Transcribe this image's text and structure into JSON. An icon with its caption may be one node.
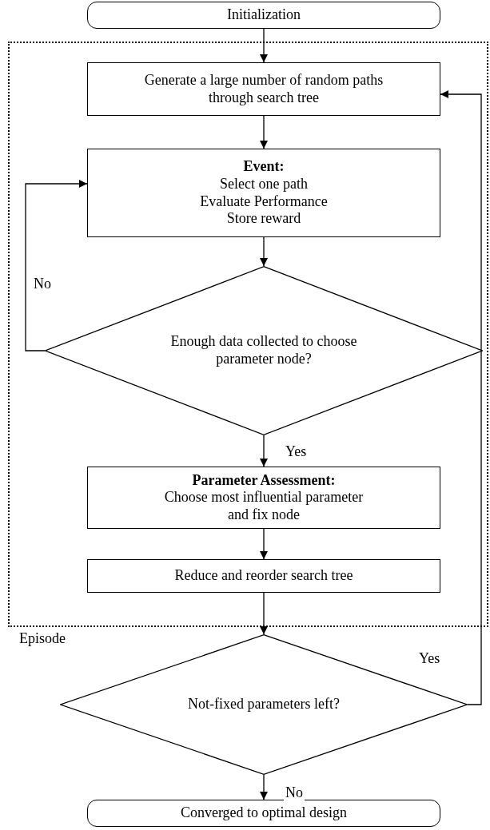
{
  "diagram": {
    "nodes": [
      {
        "text": [
          "Initialization"
        ]
      },
      {
        "text": [
          "Episode"
        ]
      },
      {
        "text": [
          "Generate a large number of random paths through search tree"
        ],
        "in": 1
      },
      {
        "text": [
          "Event:",
          "Select one path",
          "Evaluate Performance",
          "Store reward"
        ],
        "in": 1
      },
      {
        "text": [
          "Enough data collected to choose parameter node?"
        ],
        "in": 1
      },
      {
        "text": [
          "Parameter Assessment:",
          "Choose most influential parameter and fix node"
        ],
        "in": 1
      },
      {
        "text": [
          "Reduce and reorder search tree"
        ],
        "in": 1
      },
      {
        "text": [
          "Not-fixed parameters left?"
        ]
      },
      {
        "text": [
          "Converged to optimal design"
        ]
      }
    ],
    "edges": [
      {
        "from": 0,
        "to": 2,
        "arrow": "to"
      },
      {
        "from": 2,
        "to": 3,
        "arrow": "to"
      },
      {
        "from": 3,
        "to": 4,
        "arrow": "to"
      },
      {
        "from": 4,
        "to": 3,
        "arrow": "to",
        "label": "No"
      },
      {
        "from": 4,
        "to": 5,
        "arrow": "to",
        "label": "Yes"
      },
      {
        "from": 5,
        "to": 6,
        "arrow": "to"
      },
      {
        "from": 6,
        "to": 7,
        "arrow": "to"
      },
      {
        "from": 7,
        "to": 2,
        "arrow": "to",
        "label": "Yes"
      },
      {
        "from": 7,
        "to": 8,
        "arrow": "to",
        "label": "No"
      }
    ]
  }
}
